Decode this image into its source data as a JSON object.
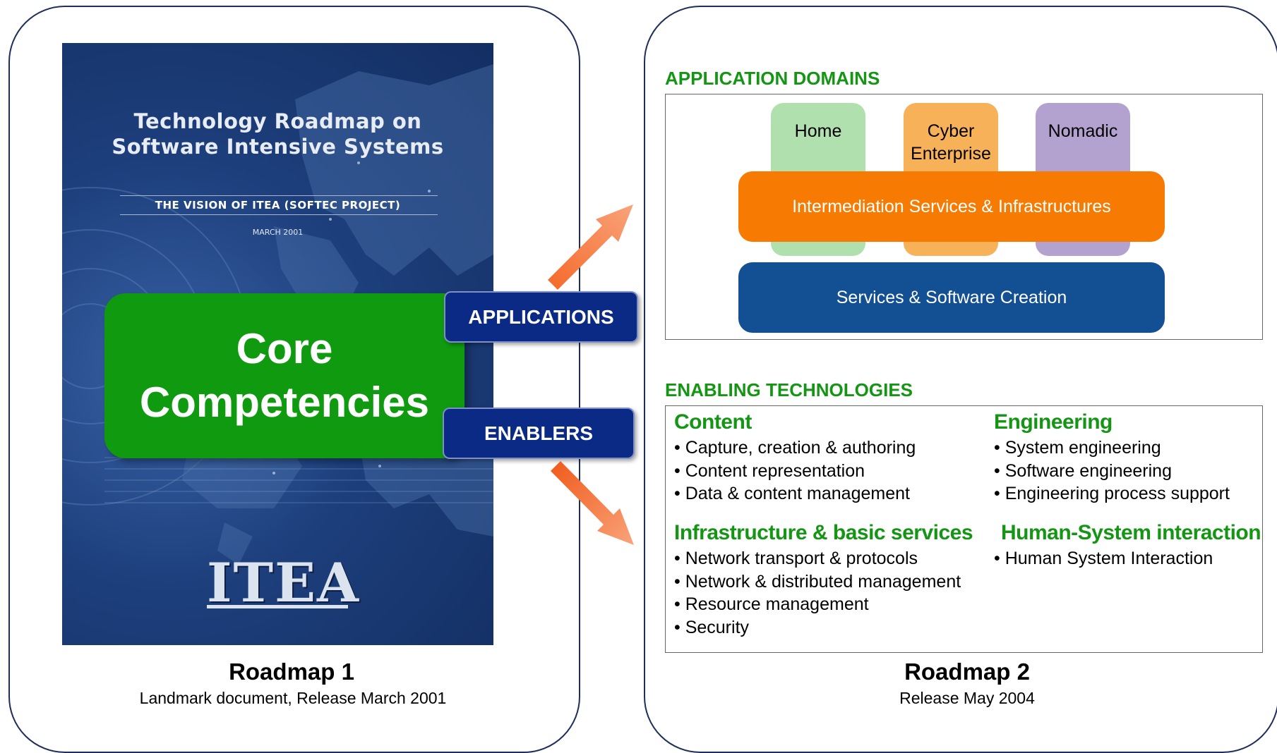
{
  "cover": {
    "title_line1": "Technology Roadmap on",
    "title_line2": "Software Intensive Systems",
    "subtitle": "THE VISION OF ITEA (SOFTEC PROJECT)",
    "date": "MARCH 2001",
    "logo_text": "ITEA"
  },
  "core": {
    "text": "Core\nCompetencies"
  },
  "tags": {
    "applications": "APPLICATIONS",
    "enablers": "ENABLERS"
  },
  "roadmap1": {
    "title": "Roadmap 1",
    "subtitle": "Landmark document, Release March 2001"
  },
  "roadmap2": {
    "title": "Roadmap 2",
    "subtitle": "Release May 2004"
  },
  "application_domains": {
    "heading": "APPLICATION DOMAINS",
    "domains": [
      "Home",
      "Cyber\nEnterprise",
      "Nomadic"
    ],
    "intermediation": "Intermediation Services & Infrastructures",
    "services": "Services & Software Creation"
  },
  "enabling_technologies": {
    "heading": "ENABLING TECHNOLOGIES",
    "categories": [
      {
        "title": "Content",
        "items": [
          "Capture, creation & authoring",
          "Content representation",
          "Data & content management"
        ]
      },
      {
        "title": "Engineering",
        "items": [
          "System engineering",
          "Software engineering",
          "Engineering process support"
        ]
      },
      {
        "title": "Infrastructure & basic services",
        "items": [
          "Network transport & protocols",
          "Network & distributed management",
          "Resource management",
          "Security"
        ]
      },
      {
        "title": "Human-System interaction",
        "items": [
          "Human System Interaction"
        ]
      }
    ]
  },
  "colors": {
    "green_heading": "#149614",
    "core_green": "#0f9a0f",
    "tag_blue": "#0a2a86",
    "orange": "#f77b02",
    "dark_blue": "#134f93",
    "home": "#afe0ad",
    "cyber": "#f7b159",
    "nomadic": "#b3a1d0"
  }
}
